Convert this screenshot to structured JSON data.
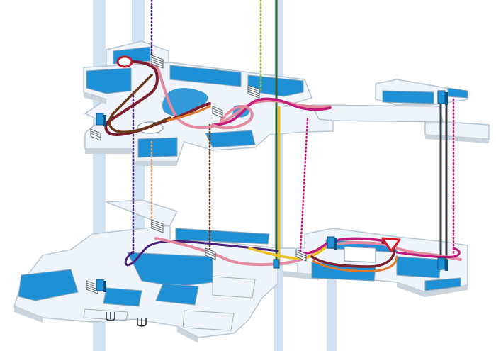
{
  "diagram": {
    "kind": "isometric-building-circulation-map",
    "levels": [
      "upper-floor",
      "lower-floor"
    ],
    "colors": {
      "background": "#ffffff",
      "shaft": "#c9ddef",
      "slab_top": "#eef4f9",
      "slab_edge": "#b8c6d2",
      "room_blue": "#1e90d6",
      "room_outline": "#8aa0b2",
      "route_maroon": "#7b1f2e",
      "route_brown": "#6b3a1a",
      "route_pink": "#e38aa0",
      "route_magenta": "#c2187a",
      "route_purple": "#4a1f7a",
      "route_tan": "#d8a27a",
      "route_yellow": "#e8c21a",
      "route_dark_green": "#2e5e2a",
      "route_olive": "#8fbf3a",
      "route_dark_gray": "#3a3f45",
      "route_orange": "#e07a2a",
      "marker_start": "#c0192a",
      "marker_end": "#d81b2a"
    },
    "routes": [
      {
        "id": "maroon",
        "color_key": "route_maroon"
      },
      {
        "id": "brown",
        "color_key": "route_brown"
      },
      {
        "id": "pink",
        "color_key": "route_pink"
      },
      {
        "id": "magenta",
        "color_key": "route_magenta"
      },
      {
        "id": "purple",
        "color_key": "route_purple"
      },
      {
        "id": "tan",
        "color_key": "route_tan"
      },
      {
        "id": "yellow",
        "color_key": "route_yellow"
      },
      {
        "id": "dark-green",
        "color_key": "route_dark_green"
      },
      {
        "id": "olive",
        "color_key": "route_olive"
      },
      {
        "id": "dark-gray",
        "color_key": "route_dark_gray"
      }
    ],
    "markers": {
      "start": "circle-marker",
      "end": "triangle-marker"
    },
    "icons": [
      "staircase-icon",
      "elevator-icon",
      "turnstile-icon"
    ]
  }
}
